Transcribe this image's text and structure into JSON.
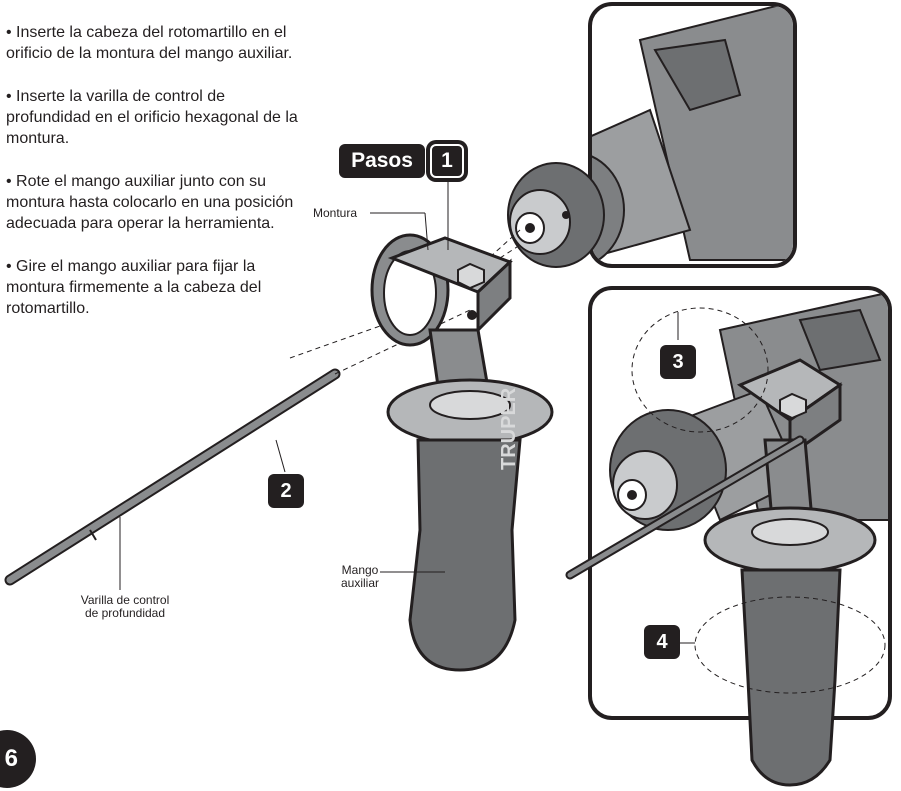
{
  "instructions": [
    "• Inserte la cabeza del rotomartillo en el orificio de la montura del mango auxiliar.",
    "• Inserte la varilla de control de profundidad en el orificio hexagonal de la montura.",
    "• Rote el mango auxiliar junto con su montura hasta colocarlo en una posición adecuada para operar la herramienta.",
    "• Gire el mango auxiliar para fijar la montura firmemente a la cabeza del rotomartillo."
  ],
  "steps_title": "Pasos",
  "steps": {
    "one": "1",
    "two": "2",
    "three": "3",
    "four": "4"
  },
  "labels": {
    "montura": "Montura",
    "mango_line1": "Mango",
    "mango_line2": "auxiliar",
    "varilla_line1": "Varilla de control",
    "varilla_line2": "de profundidad"
  },
  "brand": "TRUPER",
  "page_number": "6",
  "colors": {
    "dark": "#231f20",
    "tool_gray": "#8a8c8e",
    "tool_light": "#b5b7b9"
  }
}
